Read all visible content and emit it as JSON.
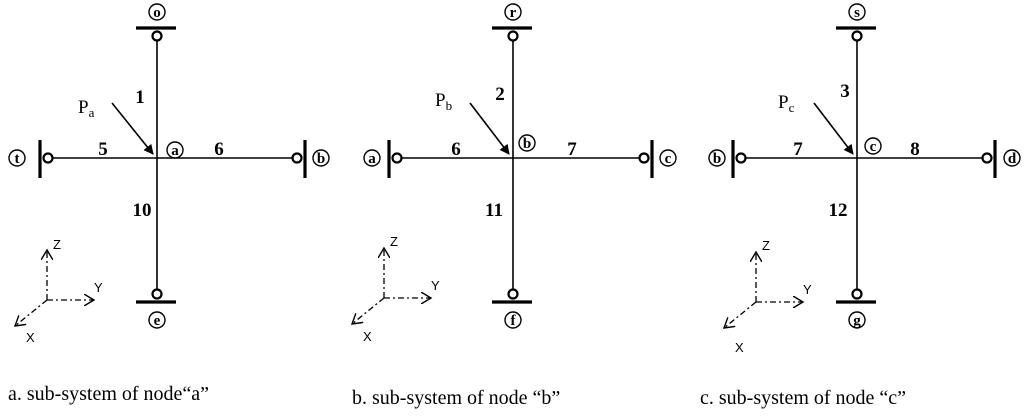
{
  "panels": [
    {
      "center": "a",
      "top_node": "o",
      "bottom_node": "e",
      "left_node": "t",
      "right_node": "b",
      "up_member": "1",
      "down_member": "10",
      "left_member": "5",
      "right_member": "6",
      "load_letter": "P",
      "load_sub": "a",
      "caption": "a. sub-system of   node“a”",
      "axes": {
        "z": "Z",
        "y": "Y",
        "x": "X"
      }
    },
    {
      "center": "b",
      "top_node": "r",
      "bottom_node": "f",
      "left_node": "a",
      "right_node": "c",
      "up_member": "2",
      "down_member": "11",
      "left_member": "6",
      "right_member": "7",
      "load_letter": "P",
      "load_sub": "b",
      "caption": "b. sub-system of  node “b”",
      "axes": {
        "z": "Z",
        "y": "Y",
        "x": "X"
      }
    },
    {
      "center": "c",
      "top_node": "s",
      "bottom_node": "g",
      "left_node": "b",
      "right_node": "d",
      "up_member": "3",
      "down_member": "12",
      "left_member": "7",
      "right_member": "8",
      "load_letter": "P",
      "load_sub": "c",
      "caption": "c. sub-system of  node “c”",
      "axes": {
        "z": "Z",
        "y": "Y",
        "x": "X"
      }
    }
  ]
}
